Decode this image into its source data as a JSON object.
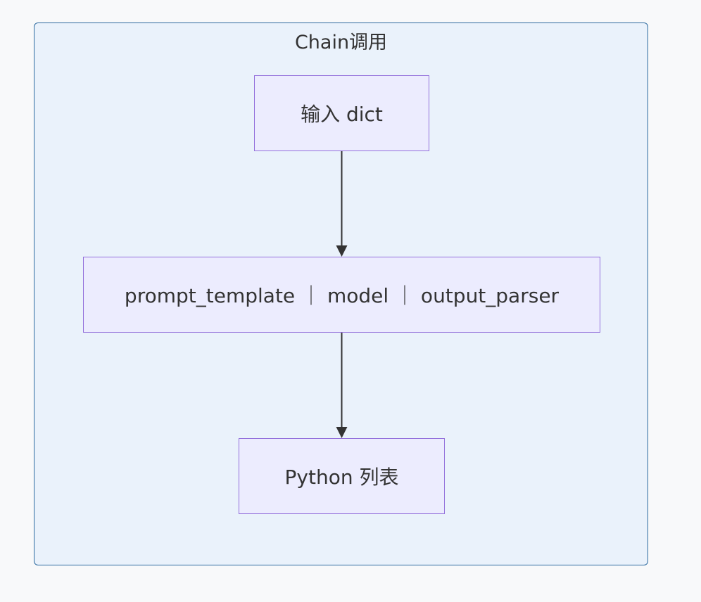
{
  "diagram": {
    "cluster": {
      "title": "Chain调用"
    },
    "nodes": {
      "input": "输入 dict",
      "chain": "prompt_template ｜ model ｜ output_parser",
      "output": "Python 列表"
    },
    "edges": [
      {
        "from": "input",
        "to": "chain"
      },
      {
        "from": "chain",
        "to": "output"
      }
    ],
    "colors": {
      "cluster_fill": "#eaf2fb",
      "cluster_border": "#2d6a9f",
      "node_fill": "#ececfe",
      "node_border": "#9370db",
      "edge": "#333333",
      "text": "#333333"
    }
  }
}
